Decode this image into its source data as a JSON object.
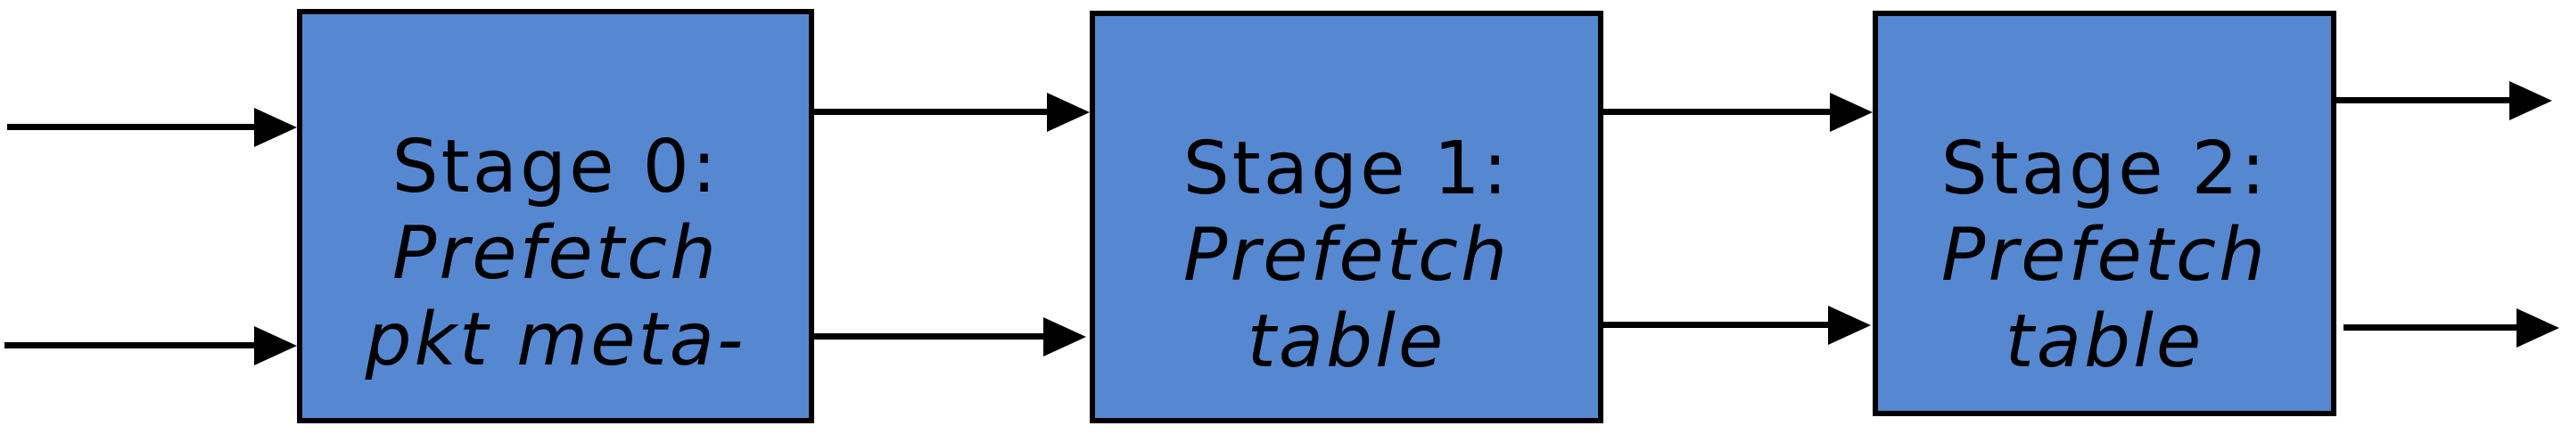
{
  "diagram": {
    "colors": {
      "background": "#ffffff",
      "box_fill": "#5588d0",
      "box_border": "#000000",
      "text": "#000000",
      "arrow": "#000000"
    },
    "stages": [
      {
        "title": "Stage 0:",
        "subtitle_line1": "Prefetch",
        "subtitle_line2": "pkt meta-"
      },
      {
        "title": "Stage 1:",
        "subtitle_line1": "Prefetch",
        "subtitle_line2": "table"
      },
      {
        "title": "Stage 2:",
        "subtitle_line1": "Prefetch",
        "subtitle_line2": "table"
      }
    ]
  }
}
